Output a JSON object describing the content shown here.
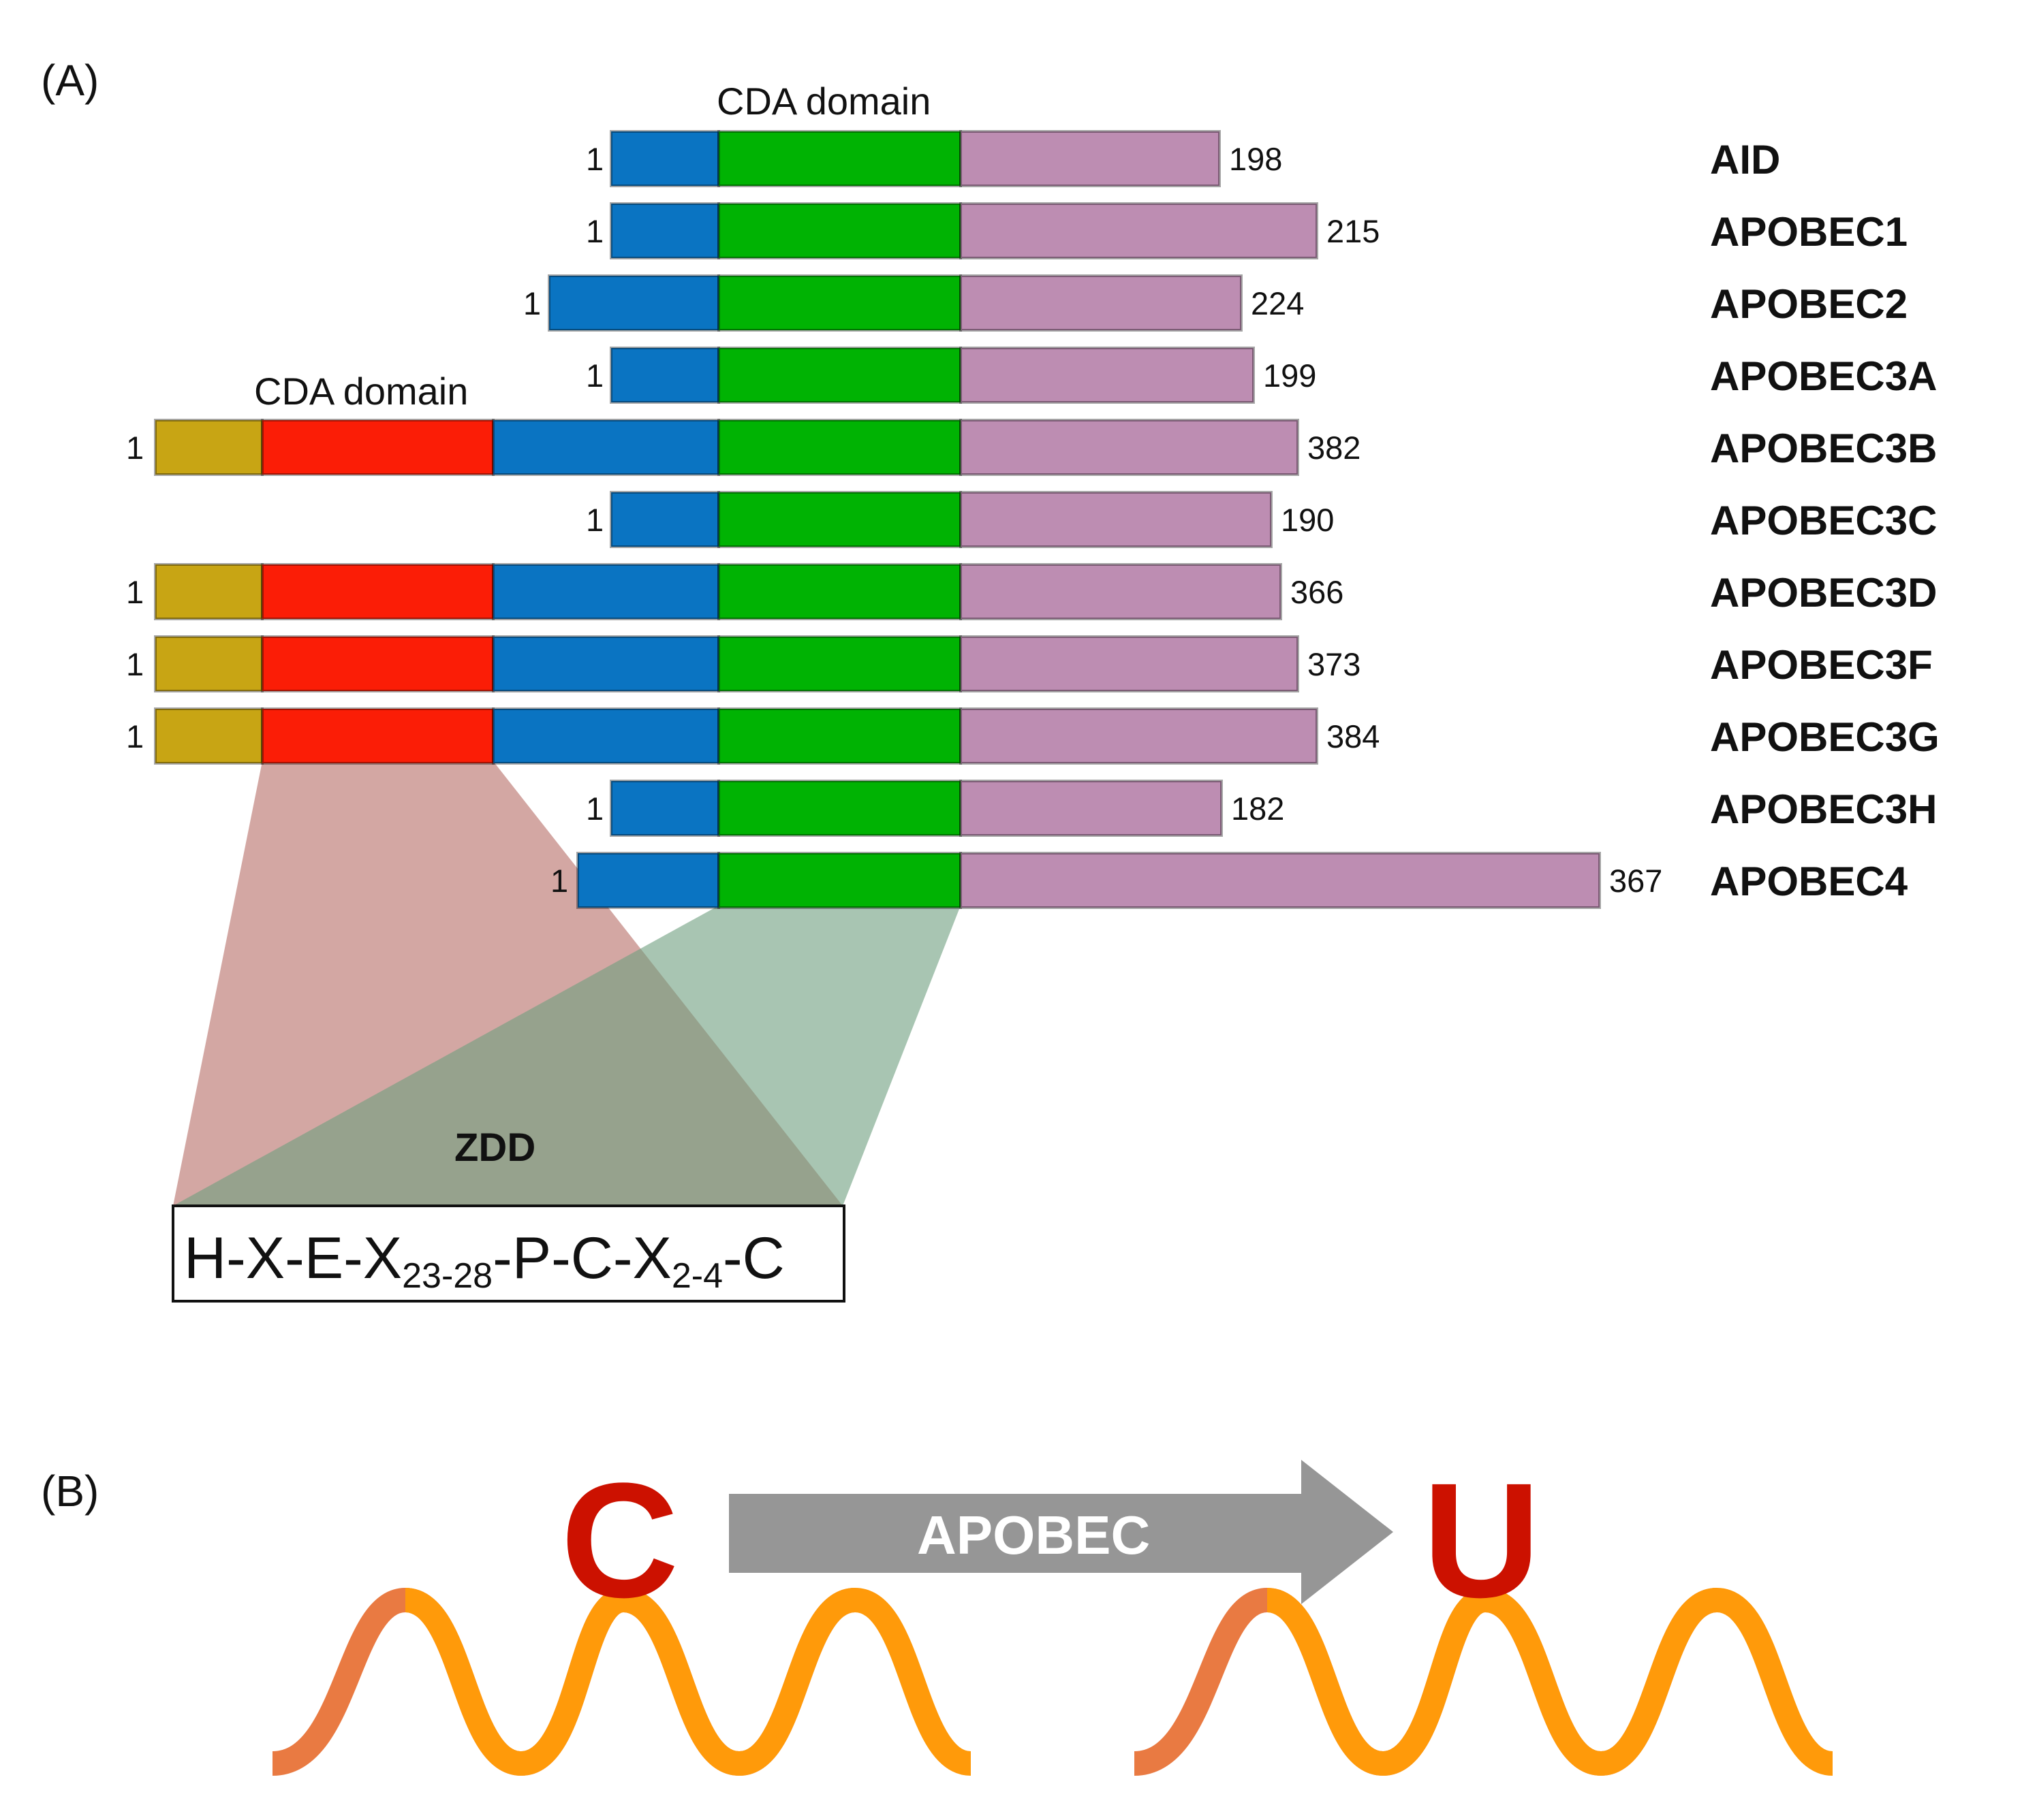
{
  "panel_a": {
    "label": "(A)",
    "cda_label_top": "CDA domain",
    "cda_label_left": "CDA domain",
    "zdd_label": "ZDD",
    "motif": {
      "p1": "H-X-E-X",
      "s1": "23-28",
      "p2": "-P-C-X",
      "s2": "2-4",
      "p3": "-C"
    },
    "colors": {
      "n_term": "#c8a514",
      "cda1": "#fb1d06",
      "linker": "#0a74c2",
      "cda2": "#00b303",
      "c_term": "#bd8db2",
      "zdd_left": "#c48a84",
      "zdd_right": "#6e9f7e",
      "zdd_overlap": "#98b27e"
    },
    "proteins": [
      {
        "name": "AID",
        "start": "1",
        "end": "198",
        "double_domain": false
      },
      {
        "name": "APOBEC1",
        "start": "1",
        "end": "215",
        "double_domain": false
      },
      {
        "name": "APOBEC2",
        "start": "1",
        "end": "224",
        "double_domain": false
      },
      {
        "name": "APOBEC3A",
        "start": "1",
        "end": "199",
        "double_domain": false
      },
      {
        "name": "APOBEC3B",
        "start": "1",
        "end": "382",
        "double_domain": true
      },
      {
        "name": "APOBEC3C",
        "start": "1",
        "end": "190",
        "double_domain": false
      },
      {
        "name": "APOBEC3D",
        "start": "1",
        "end": "366",
        "double_domain": true
      },
      {
        "name": "APOBEC3F",
        "start": "1",
        "end": "373",
        "double_domain": true
      },
      {
        "name": "APOBEC3G",
        "start": "1",
        "end": "384",
        "double_domain": true
      },
      {
        "name": "APOBEC3H",
        "start": "1",
        "end": "182",
        "double_domain": false
      },
      {
        "name": "APOBEC4",
        "start": "1",
        "end": "367",
        "double_domain": false
      }
    ]
  },
  "panel_b": {
    "label": "(B)",
    "from_base": "C",
    "to_base": "U",
    "enzyme": "APOBEC",
    "colors": {
      "base": "#cc1100",
      "arrow": "#969696",
      "strand_a": "#ff9a0a",
      "strand_b": "#e97a42"
    }
  }
}
